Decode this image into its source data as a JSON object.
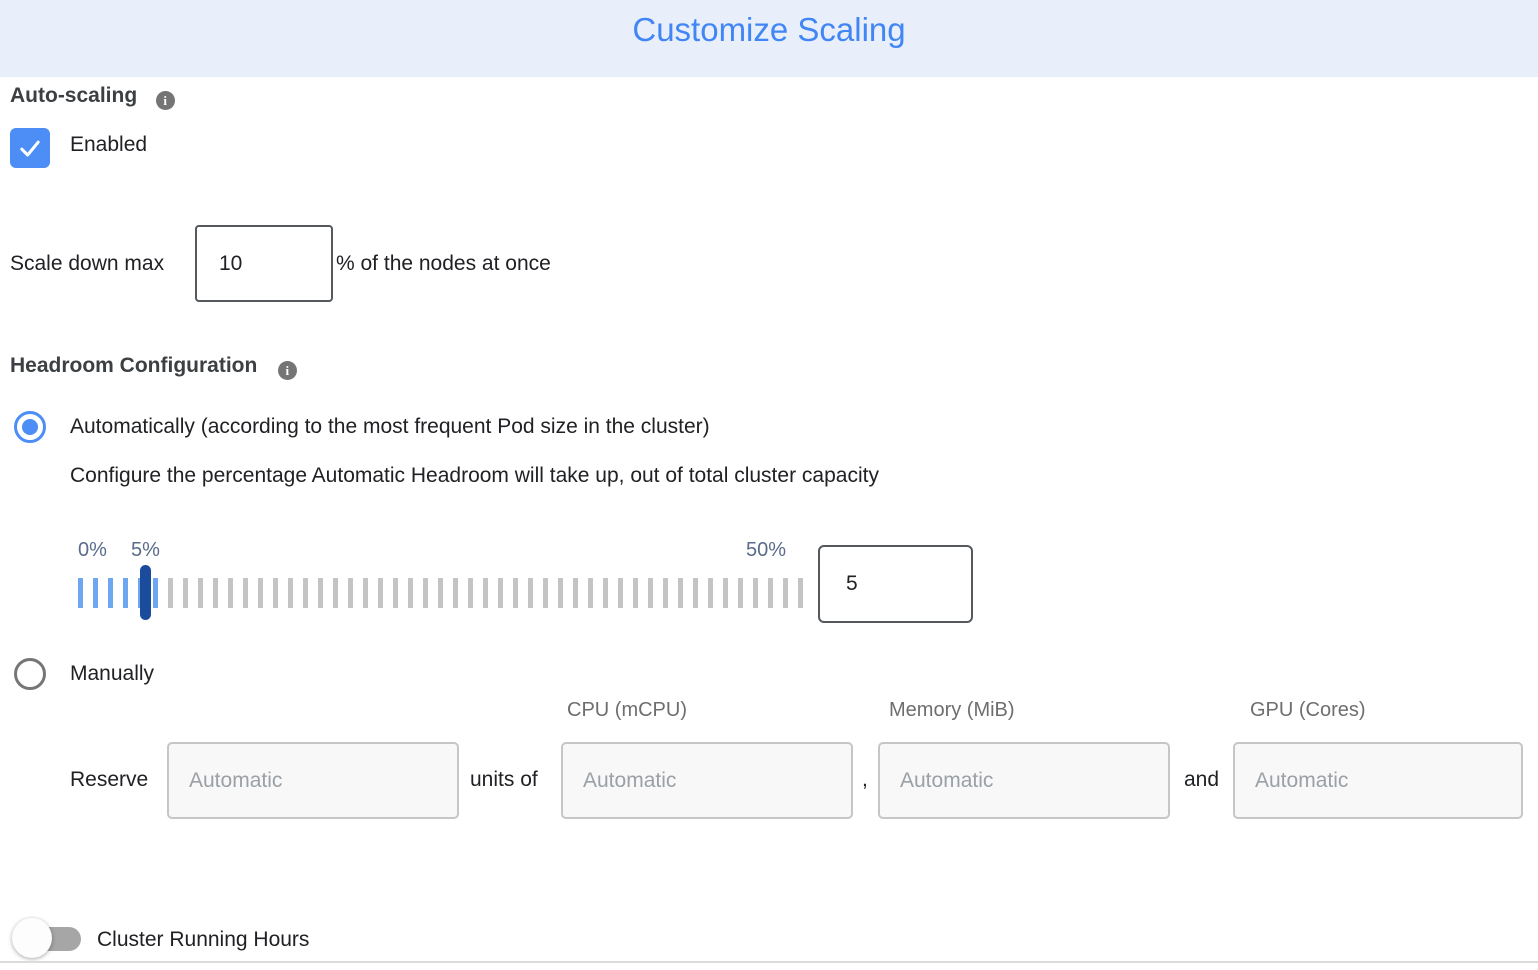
{
  "window": {
    "title": "Customize Scaling"
  },
  "auto_scaling": {
    "label": "Auto-scaling",
    "checkbox_label": "Enabled",
    "checked": true
  },
  "scale_down": {
    "prefix_label": "Scale down max",
    "value": "10",
    "suffix_label": "% of the nodes at once"
  },
  "headroom": {
    "section_label": "Headroom Configuration",
    "automatic": {
      "label": "Automatically (according to the most frequent Pod size in the cluster)",
      "selected": true,
      "description": "Configure the percentage Automatic Headroom will take up, out of total cluster capacity",
      "slider": {
        "min_label": "0%",
        "value_label": "5%",
        "max_label": "50%",
        "value": "5",
        "ticks_total": 49,
        "ticks_filled": 6
      }
    },
    "manual": {
      "label": "Manually",
      "selected": false,
      "column_headers": [
        "CPU (mCPU)",
        "Memory (MiB)",
        "GPU (Cores)"
      ],
      "reserve_label": "Reserve",
      "units_of_label": "units of",
      "separator_comma": ",",
      "separator_and": "and",
      "inputs": [
        {
          "name": "reserve-amount",
          "value": "",
          "placeholder": "Automatic"
        },
        {
          "name": "cpu",
          "value": "",
          "placeholder": "Automatic"
        },
        {
          "name": "memory",
          "value": "",
          "placeholder": "Automatic"
        },
        {
          "name": "gpu",
          "value": "",
          "placeholder": "Automatic"
        }
      ]
    }
  },
  "cluster_running_hours": {
    "label": "Cluster Running Hours",
    "enabled": false
  },
  "colors": {
    "header_bg": "#E8EFFB",
    "title_blue": "#4285F4",
    "accent_blue": "#4C8DF6",
    "slider_tick_active": "#6FA6F1",
    "slider_tick_inactive": "#C4C4C4",
    "slider_handle": "#1B4C9C",
    "slider_label_gray_blue": "#5A6B8C",
    "info_icon_gray": "#757575",
    "disabled_input_bg": "#F8F8F8",
    "placeholder_gray": "#9AA0A6"
  }
}
